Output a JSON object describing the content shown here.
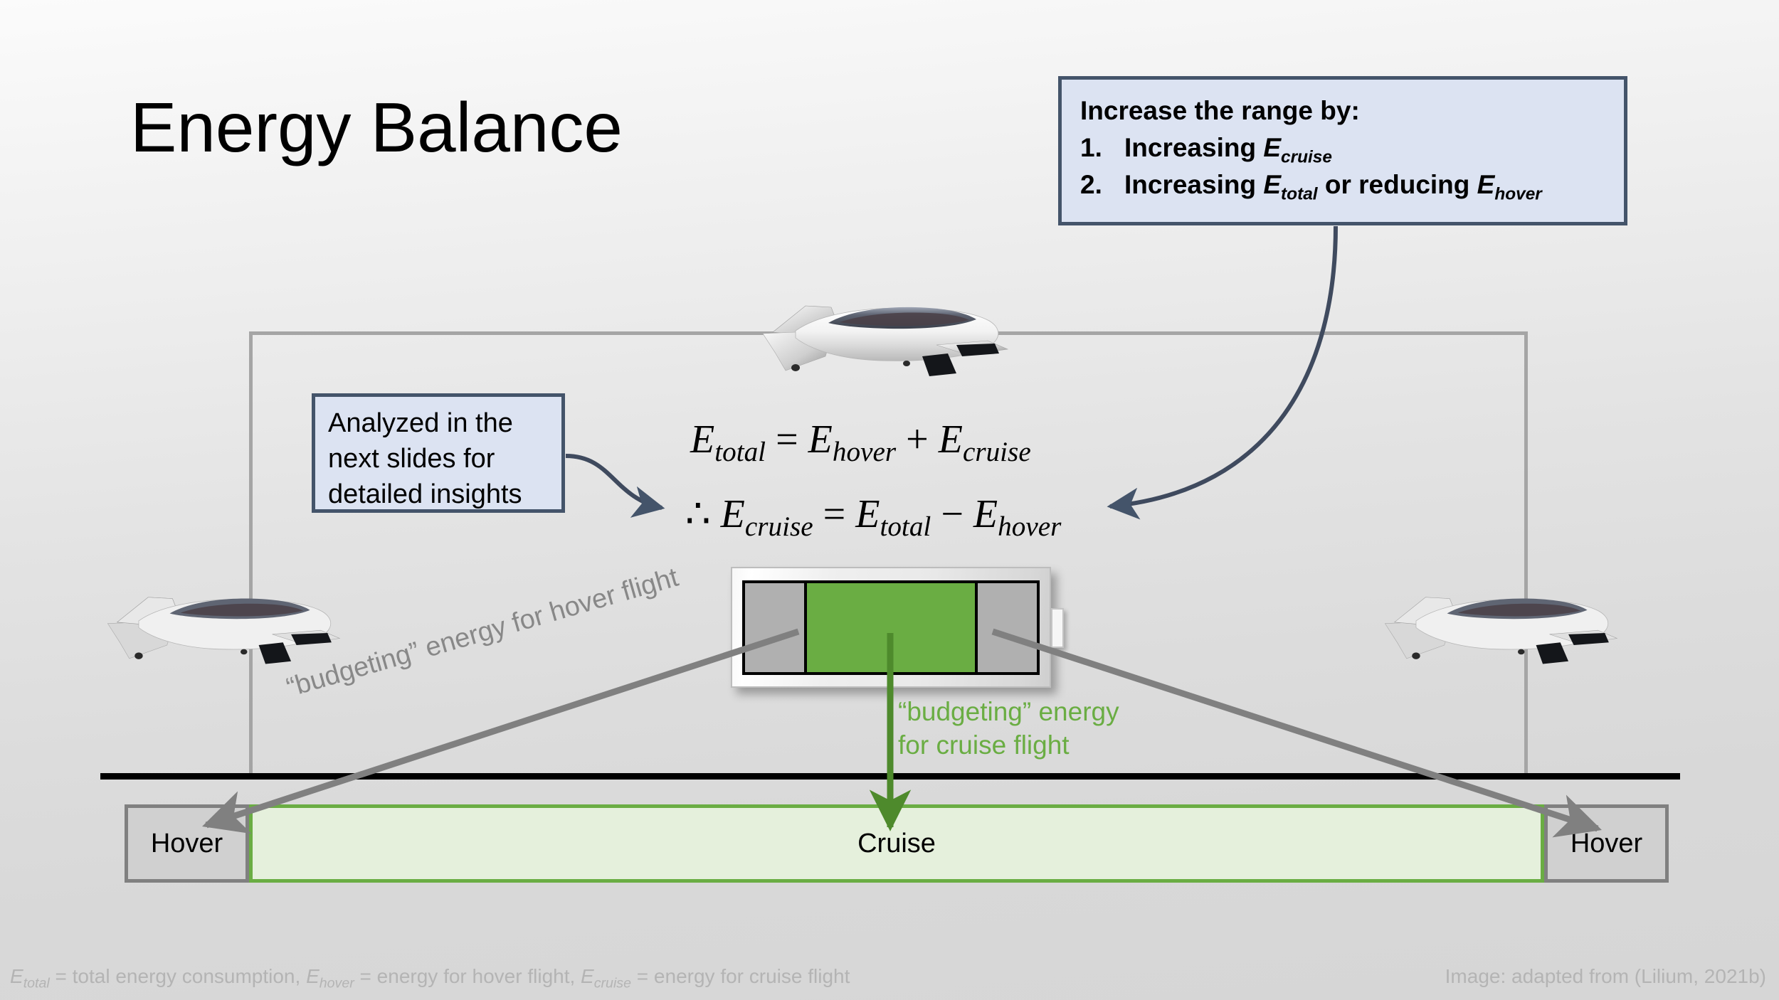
{
  "slide": {
    "title": "Energy Balance",
    "background_gradient_top": "#fbfbfb",
    "background_gradient_bottom": "#d6d6d6"
  },
  "callouts": {
    "range": {
      "heading": "Increase the range by:",
      "items": [
        {
          "number": "1.",
          "prefix": "Increasing ",
          "symbol": "E",
          "subscript": "cruise",
          "suffix": ""
        },
        {
          "number": "2.",
          "prefix": "Increasing ",
          "symbol": "E",
          "subscript": "total",
          "middle": " or reducing ",
          "symbol2": "E",
          "subscript2": "hover"
        }
      ],
      "border_color": "#44546A",
      "fill_color": "#DCE3F2"
    },
    "analyzed": {
      "line1": "Analyzed in the",
      "line2": "next slides for",
      "line3": "detailed insights",
      "border_color": "#44546A",
      "fill_color": "#DCE3F2"
    }
  },
  "equations": {
    "eq1": {
      "lhs_symbol": "E",
      "lhs_sub": "total",
      "op1": " = ",
      "t1_symbol": "E",
      "t1_sub": "hover",
      "op2": " + ",
      "t2_symbol": "E",
      "t2_sub": "cruise",
      "plain": "E_total = E_hover + E_cruise"
    },
    "eq2": {
      "therefore": "∴ ",
      "lhs_symbol": "E",
      "lhs_sub": "cruise",
      "op1": " = ",
      "t1_symbol": "E",
      "t1_sub": "total",
      "op2": " − ",
      "t2_symbol": "E",
      "t2_sub": "hover",
      "plain": "∴ E_cruise = E_total − E_hover"
    }
  },
  "battery": {
    "segments": [
      "hover-left",
      "cruise-center",
      "hover-right"
    ],
    "gray_color": "#B0B0B0",
    "green_color": "#6AAD43"
  },
  "timeline": {
    "left_label": "Hover",
    "center_label": "Cruise",
    "right_label": "Hover",
    "hover_fill": "#D0D0D0",
    "hover_border": "#808080",
    "cruise_fill": "#E5F0DC",
    "cruise_border": "#6AAD43"
  },
  "annotations": {
    "hover_budget": "“budgeting” energy for hover flight",
    "cruise_budget_line1": "“budgeting” energy",
    "cruise_budget_line2": "for cruise flight",
    "gray_color": "#888888",
    "green_color": "#6AAD43"
  },
  "footer": {
    "legend": {
      "s1": "E",
      "sub1": "total",
      "t1": " = total energy consumption, ",
      "s2": "E",
      "sub2": "hover",
      "t2": " = energy for hover flight, ",
      "s3": "E",
      "sub3": "cruise",
      "t3": " = energy for cruise flight",
      "plain": "E_total = total energy consumption, E_hover = energy for hover flight, E_cruise = energy for cruise flight"
    },
    "credit": "Image: adapted from (Lilium, 2021b)",
    "color": "#B4B4B4"
  },
  "aircraft": {
    "count": 3,
    "description": "eVTOL jet side view",
    "positions": [
      "top-center",
      "bottom-left",
      "bottom-right"
    ]
  }
}
